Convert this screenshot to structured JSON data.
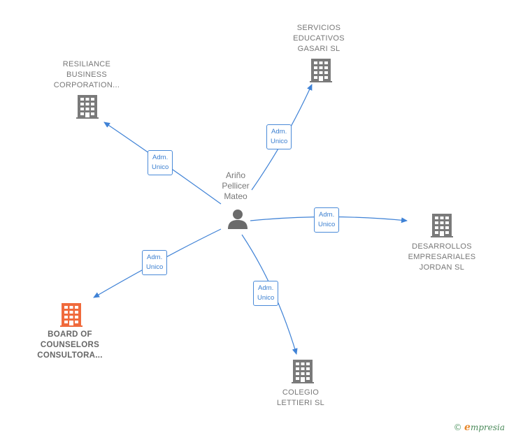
{
  "center": {
    "name_lines": [
      "Ariño",
      "Pellicer",
      "Mateo"
    ]
  },
  "companies": [
    {
      "id": "resiliance",
      "lines": [
        "RESILIANCE",
        "BUSINESS",
        "CORPORATION..."
      ],
      "highlight": false
    },
    {
      "id": "servicios",
      "lines": [
        "SERVICIOS",
        "EDUCATIVOS",
        "GASARI  SL"
      ],
      "highlight": false
    },
    {
      "id": "desarrollos",
      "lines": [
        "DESARROLLOS",
        "EMPRESARIALES",
        "JORDAN SL"
      ],
      "highlight": false
    },
    {
      "id": "colegio",
      "lines": [
        "COLEGIO",
        "LETTIERI  SL"
      ],
      "highlight": false
    },
    {
      "id": "board",
      "lines": [
        "BOARD OF",
        "COUNSELORS",
        "CONSULTORA..."
      ],
      "highlight": true
    }
  ],
  "relations": [
    {
      "target": "resiliance",
      "lines": [
        "Adm.",
        "Unico"
      ]
    },
    {
      "target": "servicios",
      "lines": [
        "Adm.",
        "Unico"
      ]
    },
    {
      "target": "desarrollos",
      "lines": [
        "Adm.",
        "Unico"
      ]
    },
    {
      "target": "colegio",
      "lines": [
        "Adm.",
        "Unico"
      ]
    },
    {
      "target": "board",
      "lines": [
        "Adm.",
        "Unico"
      ]
    }
  ],
  "colors": {
    "edge": "#3f82d6",
    "building": "#7a7a7a",
    "highlight": "#f06a3c",
    "person": "#6b6b6b"
  },
  "footer": {
    "copyright_symbol": "©",
    "brand_initial": "e",
    "brand_rest": "mpresia"
  }
}
